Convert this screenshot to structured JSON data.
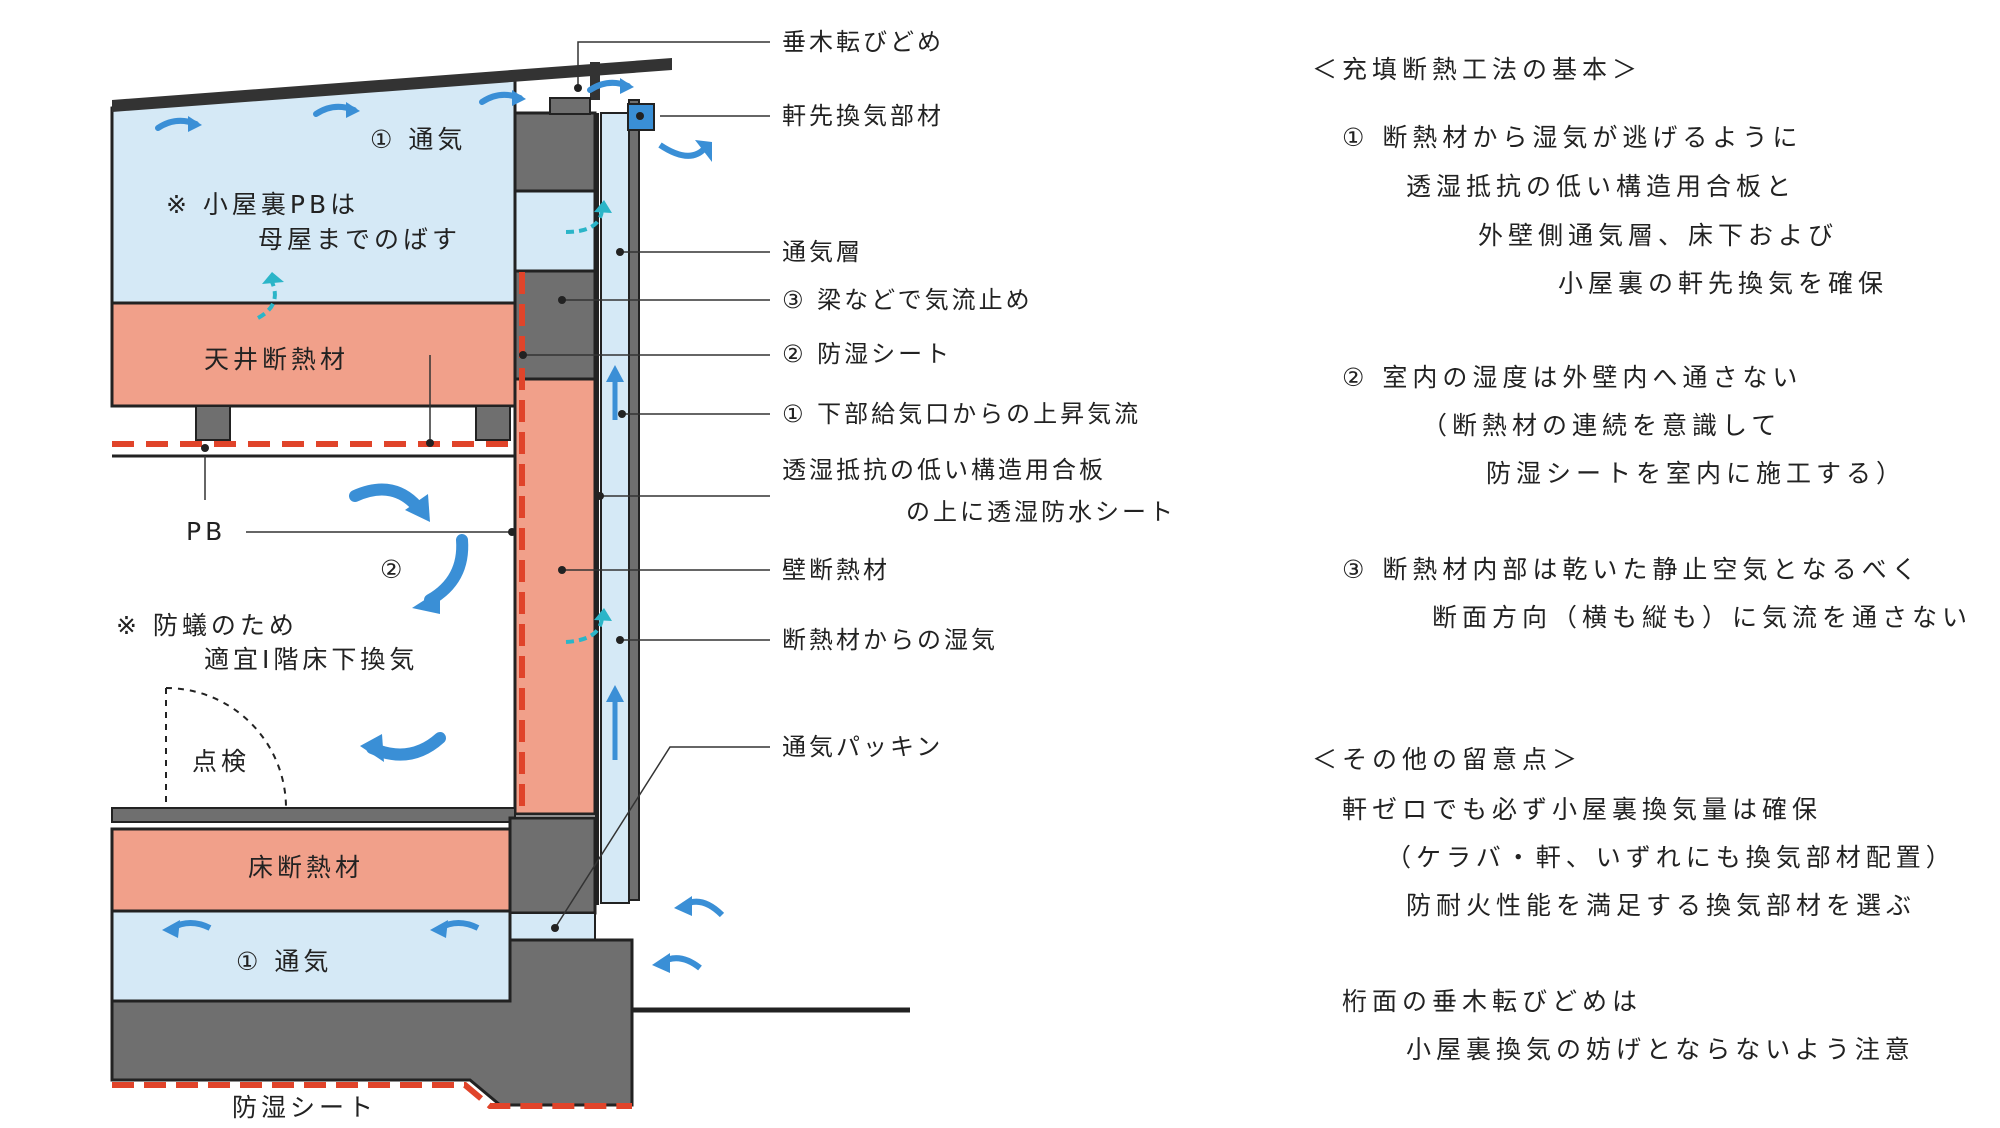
{
  "diagram": {
    "inner_labels": {
      "attic_vent": "① 通気",
      "attic_note_1": "※ 小屋裏PBは",
      "attic_note_2": "母屋までのばす",
      "ceiling_insulation": "天井断熱材",
      "pb": "PB",
      "room_flow": "②",
      "termite_note_1": "※ 防蟻のため",
      "termite_note_2": "適宜Ⅰ階床下換気",
      "inspection": "点検",
      "floor_insulation": "床断熱材",
      "underfloor_vent": "① 通気",
      "ground_vapor_barrier": "防湿シート"
    },
    "callouts": [
      {
        "id": "rafter",
        "text": "垂木転びどめ"
      },
      {
        "id": "eave-vent",
        "text": "軒先換気部材"
      },
      {
        "id": "air-layer",
        "text": "通気層"
      },
      {
        "id": "beam-stop",
        "text": "③ 梁などで気流止め"
      },
      {
        "id": "vapor-sheet",
        "text": "② 防湿シート"
      },
      {
        "id": "updraft",
        "text": "① 下部給気口からの上昇気流"
      },
      {
        "id": "plywood-1",
        "text": "透湿抵抗の低い構造用合板"
      },
      {
        "id": "plywood-2",
        "text": "の上に透湿防水シート"
      },
      {
        "id": "wall-insulation",
        "text": "壁断熱材"
      },
      {
        "id": "moisture",
        "text": "断熱材からの湿気"
      },
      {
        "id": "packing",
        "text": "通気パッキン"
      }
    ]
  },
  "notes": {
    "basics_title": "＜充填断熱工法の基本＞",
    "basic_1": [
      "① 断熱材から湿気が逃げるように",
      "透湿抵抗の低い構造用合板と",
      "外壁側通気層、床下および",
      "小屋裏の軒先換気を確保"
    ],
    "basic_2": [
      "② 室内の湿度は外壁内へ通さない",
      "（断熱材の連続を意識して",
      "防湿シートを室内に施工する）"
    ],
    "basic_3": [
      "③ 断熱材内部は乾いた静止空気となるべく",
      "断面方向（横も縦も）に気流を通さない"
    ],
    "other_title": "＜その他の留意点＞",
    "other_1": [
      "軒ゼロでも必ず小屋裏換気量は確保",
      "（ケラバ・軒、いずれにも換気部材配置）",
      "防耐火性能を満足する換気部材を選ぶ"
    ],
    "other_2": [
      "桁面の垂木転びどめは",
      "小屋裏換気の妨げとならないよう注意"
    ]
  },
  "colors": {
    "air_fill": "#d5e9f6",
    "insulation": "#f1a08a",
    "structure": "#6f6f6f",
    "vapor_barrier": "#e0442a",
    "arrow_blue": "#3a8fd6",
    "moisture_arrow": "#2bb5c8",
    "outline": "#222222"
  }
}
